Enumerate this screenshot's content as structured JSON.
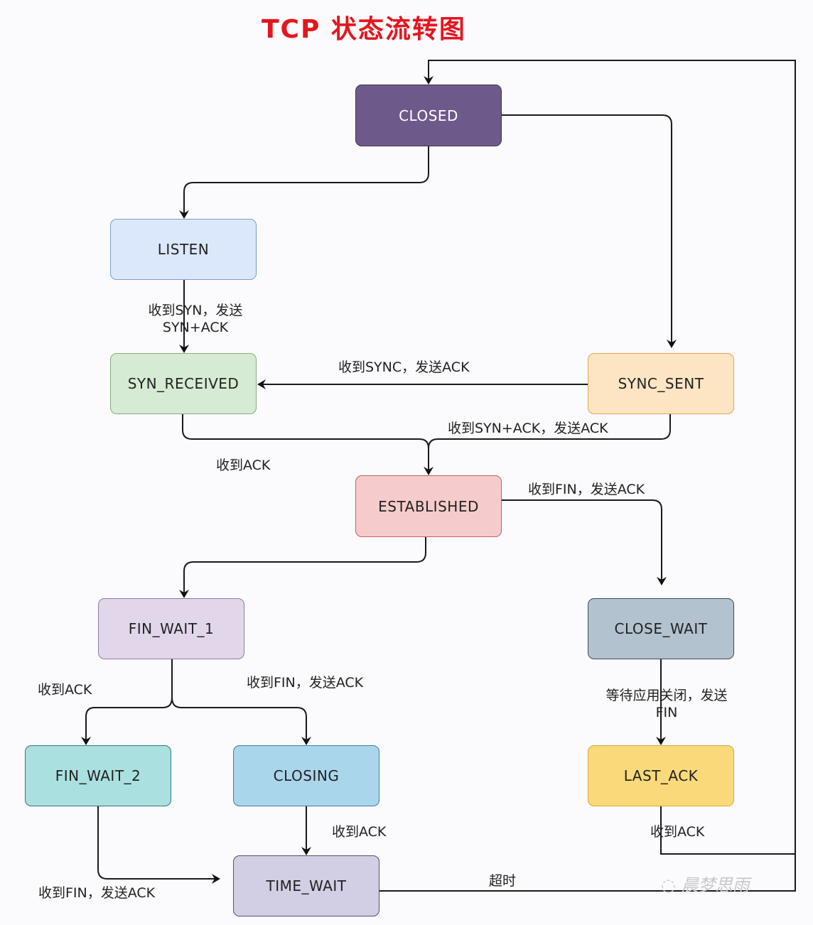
{
  "title": "TCP 状态流转图",
  "nodes": {
    "closed": {
      "label": "CLOSED",
      "fill": "#6e5a8a",
      "border": "#3e3350",
      "text": "#ffffff"
    },
    "listen": {
      "label": "LISTEN",
      "fill": "#dbe8fc",
      "border": "#7b9ccb",
      "text": "#222222"
    },
    "syn_received": {
      "label": "SYN_RECEIVED",
      "fill": "#d6ebd3",
      "border": "#86ad7e",
      "text": "#222222"
    },
    "sync_sent": {
      "label": "SYNC_SENT",
      "fill": "#fde4c2",
      "border": "#e2a84e",
      "text": "#222222"
    },
    "established": {
      "label": "ESTABLISHED",
      "fill": "#f6cbcb",
      "border": "#c66161",
      "text": "#222222"
    },
    "fin_wait_1": {
      "label": "FIN_WAIT_1",
      "fill": "#e2d6ea",
      "border": "#8f7ea0",
      "text": "#222222"
    },
    "close_wait": {
      "label": "CLOSE_WAIT",
      "fill": "#b3c2cf",
      "border": "#3d4a58",
      "text": "#222222"
    },
    "fin_wait_2": {
      "label": "FIN_WAIT_2",
      "fill": "#abe0e0",
      "border": "#2f7a80",
      "text": "#222222"
    },
    "closing": {
      "label": "CLOSING",
      "fill": "#aad6ec",
      "border": "#3f7fa5",
      "text": "#222222"
    },
    "last_ack": {
      "label": "LAST_ACK",
      "fill": "#fad97a",
      "border": "#d3a93c",
      "text": "#222222"
    },
    "time_wait": {
      "label": "TIME_WAIT",
      "fill": "#d2cee4",
      "border": "#56506e",
      "text": "#222222"
    }
  },
  "edges": {
    "listen_to_syn_received": {
      "line1": "收到SYN，发送",
      "line2": "SYN+ACK"
    },
    "sync_sent_to_syn_received": "收到SYNC，发送ACK",
    "sync_sent_to_established": "收到SYN+ACK，发送ACK",
    "syn_received_to_established": "收到ACK",
    "established_to_close_wait": "收到FIN，发送ACK",
    "fin_wait_1_to_fin_wait_2": "收到ACK",
    "fin_wait_1_to_closing": "收到FIN，发送ACK",
    "close_wait_to_last_ack": {
      "line1": "等待应用关闭，发送",
      "line2": "FIN"
    },
    "closing_to_time_wait": "收到ACK",
    "fin_wait_2_to_time_wait": "收到FIN，发送ACK",
    "last_ack_to_closed": "收到ACK",
    "time_wait_to_closed": "超时"
  },
  "watermark": "晨梦思雨"
}
